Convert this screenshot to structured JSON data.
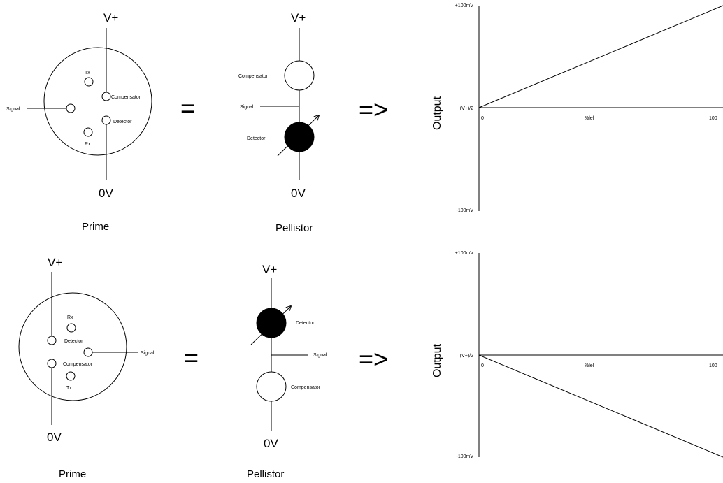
{
  "labels": {
    "vplus": "V+",
    "zero_v": "0V",
    "prime": "Prime",
    "pellistor": "Pellistor",
    "equals": "=",
    "implies": "=>",
    "tx": "Tx",
    "rx": "Rx",
    "signal": "Signal",
    "compensator": "Compensator",
    "detector": "Detector"
  },
  "chart_data": [
    {
      "type": "line",
      "ylabel": "Output",
      "xlabel": "%lel",
      "x_ticks": [
        "0",
        "100"
      ],
      "y_ticks": [
        "+100mV",
        "(V+)/2",
        "-100mV"
      ],
      "series": [
        {
          "x": [
            0,
            100
          ],
          "y": [
            0,
            100
          ]
        }
      ]
    },
    {
      "type": "line",
      "ylabel": "Output",
      "xlabel": "%lel",
      "x_ticks": [
        "0",
        "100"
      ],
      "y_ticks": [
        "+100mV",
        "(V+)/2",
        "-100mV"
      ],
      "series": [
        {
          "x": [
            0,
            100
          ],
          "y": [
            0,
            -100
          ]
        }
      ]
    }
  ],
  "colors": {
    "stroke": "#000000",
    "background": "#ffffff",
    "detector_fill": "#000000"
  }
}
